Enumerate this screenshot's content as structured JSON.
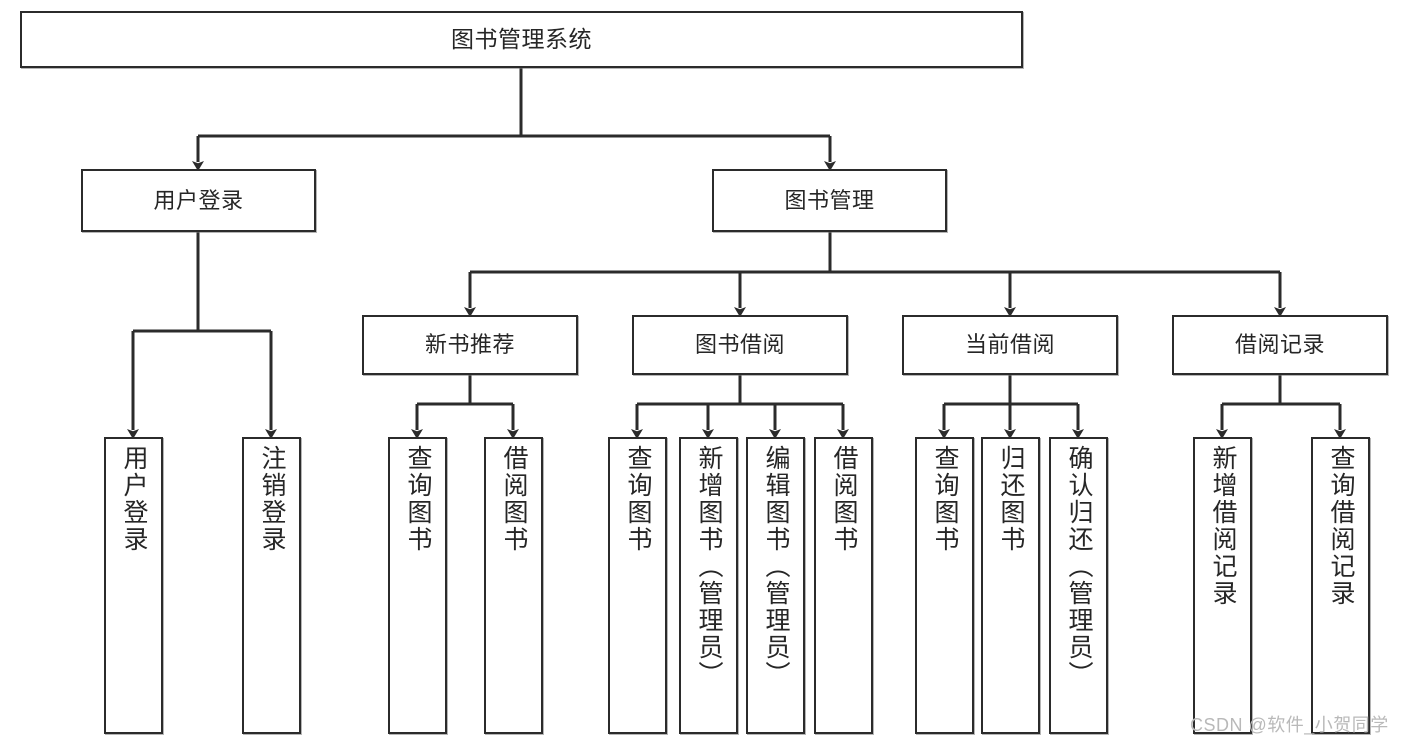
{
  "diagram": {
    "title": "图书管理系统",
    "type": "tree-hierarchy-chart",
    "watermark": "CSDN @软件_小贺同学",
    "colors": {
      "box_border": "#2b2b2b",
      "box_fill": "#ffffff",
      "connector": "#2b2b2b",
      "text": "#262626",
      "watermark": "#b9b9b9"
    },
    "root": {
      "label": "图书管理系统"
    },
    "level2": [
      {
        "id": "user-login",
        "label": "用户登录"
      },
      {
        "id": "book-management",
        "label": "图书管理"
      }
    ],
    "level3": [
      {
        "id": "new-book-recommend",
        "label": "新书推荐"
      },
      {
        "id": "book-borrow",
        "label": "图书借阅"
      },
      {
        "id": "current-borrow",
        "label": "当前借阅"
      },
      {
        "id": "borrow-record",
        "label": "借阅记录"
      }
    ],
    "leaves": {
      "user-login": [
        {
          "id": "user-login-action",
          "label": "用户登录"
        },
        {
          "id": "user-logout-action",
          "label": "注销登录"
        }
      ],
      "new-book-recommend": [
        {
          "id": "query-book-1",
          "label": "查询图书"
        },
        {
          "id": "borrow-book-1",
          "label": "借阅图书"
        }
      ],
      "book-borrow": [
        {
          "id": "query-book-2",
          "label": "查询图书"
        },
        {
          "id": "add-book-admin",
          "label": "新增图书（管理员）"
        },
        {
          "id": "edit-book-admin",
          "label": "编辑图书（管理员）"
        },
        {
          "id": "borrow-book-2",
          "label": "借阅图书"
        }
      ],
      "current-borrow": [
        {
          "id": "query-book-3",
          "label": "查询图书"
        },
        {
          "id": "return-book",
          "label": "归还图书"
        },
        {
          "id": "confirm-return-admin",
          "label": "确认归还（管理员）"
        }
      ],
      "borrow-record": [
        {
          "id": "add-borrow-record",
          "label": "新增借阅记录"
        },
        {
          "id": "query-borrow-record",
          "label": "查询借阅记录"
        }
      ]
    }
  }
}
